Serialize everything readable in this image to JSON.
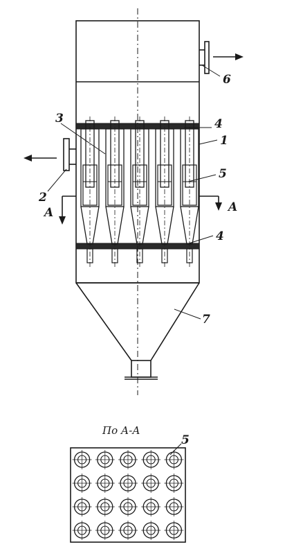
{
  "labels": {
    "n1": "1",
    "n2": "2",
    "n3": "3",
    "n4_top": "4",
    "n4_bottom": "4",
    "n5": "5",
    "n6": "6",
    "n7": "7",
    "a_left": "A",
    "a_right": "A"
  },
  "section": {
    "title": "По А-А",
    "callout": "5",
    "rows": 4,
    "cols": 5
  },
  "cyclones": {
    "count": 5
  },
  "colors": {
    "ink": "#1a1a1a",
    "band": "#2a2a2a"
  }
}
